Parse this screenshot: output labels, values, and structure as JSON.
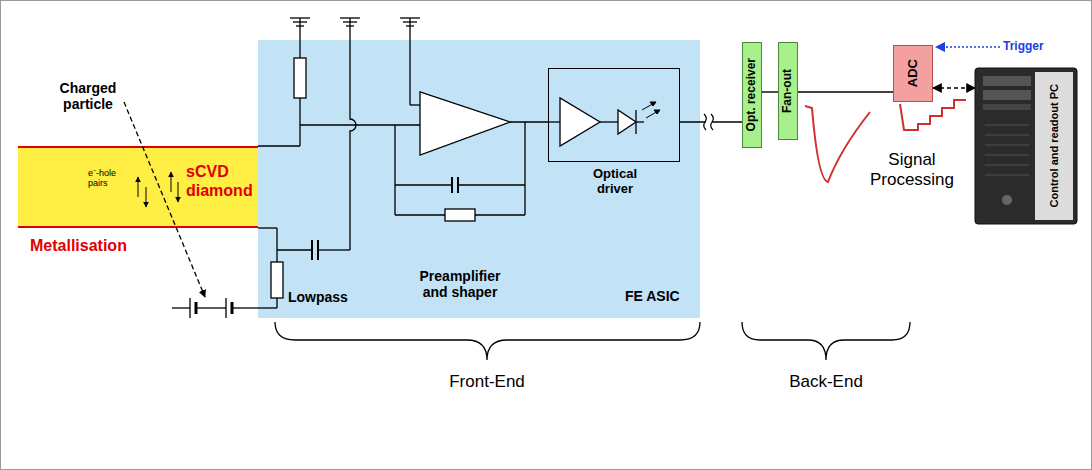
{
  "diagram": {
    "nodes": [
      {
        "text": [
          "sCVD diamond",
          "e⁻-hole pairs"
        ]
      },
      {
        "text": [
          "FE ASIC"
        ]
      },
      {
        "text": [
          "Optical driver"
        ],
        "in": 1
      },
      {
        "text": [
          "Opt. receiver"
        ]
      },
      {
        "text": [
          "Fan-out"
        ]
      },
      {
        "text": [
          "ADC"
        ]
      },
      {
        "text": [
          "Control and readout PC"
        ]
      }
    ],
    "edges": [
      {
        "from": 2,
        "to": 3,
        "arrow": "none"
      },
      {
        "from": 3,
        "to": 4,
        "arrow": "none"
      },
      {
        "from": 4,
        "to": 5,
        "arrow": "none"
      },
      {
        "from": 5,
        "to": 6,
        "arrow": "both"
      }
    ],
    "labels": [
      "Charged particle",
      "Metallisation",
      "Lowpass",
      "Preamplifier and shaper",
      "Trigger",
      "Signal Processing",
      "Front-End",
      "Back-End"
    ]
  }
}
